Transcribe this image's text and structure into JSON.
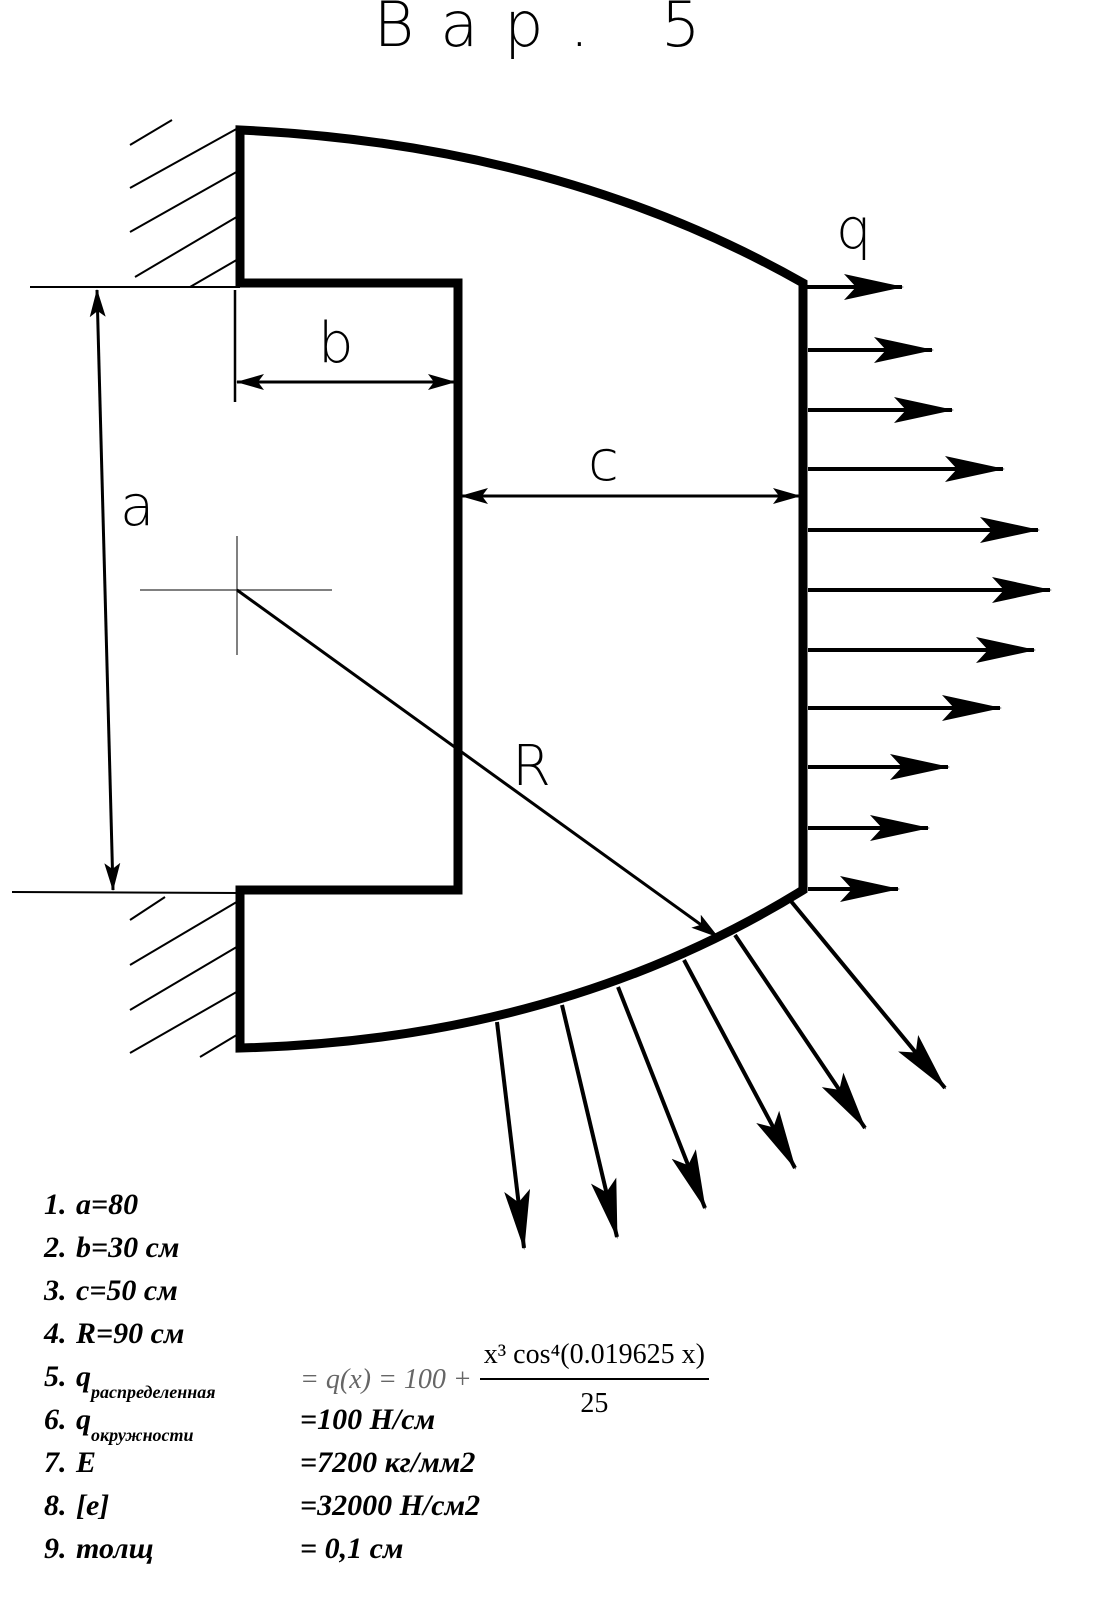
{
  "title": "Вар. 5",
  "labels": {
    "q": "q",
    "a": "a",
    "b": "b",
    "c": "c",
    "R": "R"
  },
  "params": [
    {
      "num": "1.",
      "name": "a=80",
      "sub": "",
      "value": ""
    },
    {
      "num": "2.",
      "name": "b=30 см",
      "sub": "",
      "value": ""
    },
    {
      "num": "3.",
      "name": "c=50 см",
      "sub": "",
      "value": ""
    },
    {
      "num": "4.",
      "name": "R=90 см",
      "sub": "",
      "value": ""
    },
    {
      "num": "5.",
      "name": "q",
      "sub": "распределенная",
      "value": ""
    },
    {
      "num": "6.",
      "name": "q",
      "sub": "окружности",
      "value": "=100 Н/см"
    },
    {
      "num": "7.",
      "name": "E",
      "sub": "",
      "value": "=7200 кг/мм2"
    },
    {
      "num": "8.",
      "name": "[e]",
      "sub": "",
      "value": "=32000 Н/см2"
    },
    {
      "num": "9.",
      "name": "толщ",
      "sub": "",
      "value": "= 0,1 см"
    }
  ],
  "formula": {
    "lhs": "= q(x) = 100 +",
    "numerator": "x³ cos⁴(0.019625 x)",
    "denominator": "25"
  }
}
